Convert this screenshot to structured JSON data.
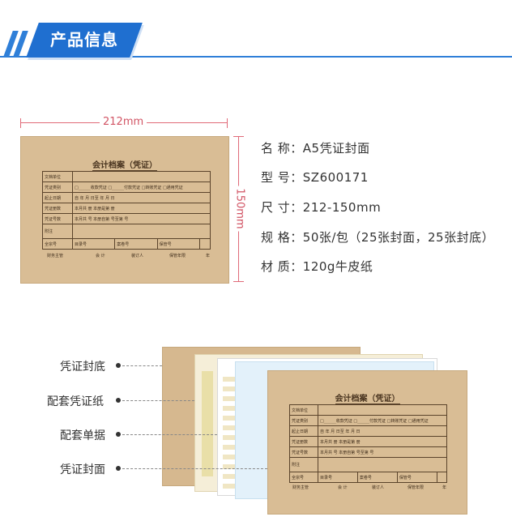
{
  "header": {
    "title": "产品信息"
  },
  "dimensions": {
    "width_label": "212mm",
    "height_label": "150mm"
  },
  "cover": {
    "title": "会计档案（凭证）",
    "rows": [
      {
        "label": "文档单位",
        "content": ""
      },
      {
        "label": "凭证类别",
        "content": "□______收款凭证 □______付款凭证 □转账凭证 □通用凭证"
      },
      {
        "label": "起止日期",
        "content": "自    年    月    日至      年    月    日"
      },
      {
        "label": "凭证册数",
        "content": "本月共        册      本册是第        册"
      },
      {
        "label": "凭证号数",
        "content": "本月共        号    本册自第        号至第        号"
      },
      {
        "label": "附注",
        "content": ""
      }
    ],
    "last_row": [
      "全宗号",
      "目录号",
      "案卷号",
      "保管号"
    ],
    "footer": [
      "财务主管",
      "会  计",
      "装订人",
      "保管年限",
      "年"
    ]
  },
  "specs": [
    {
      "label": "名 称：",
      "value": "A5凭证封面"
    },
    {
      "label": "型 号：",
      "value": "SZ600171"
    },
    {
      "label": "尺 寸：",
      "value": "212-150mm"
    },
    {
      "label": "规 格：",
      "value": "50张/包（25张封面，25张封底）"
    },
    {
      "label": "材 质：",
      "value": "120g牛皮纸"
    }
  ],
  "callouts": [
    "凭证封底",
    "配套凭证纸",
    "配套单据",
    "凭证封面"
  ],
  "colors": {
    "accent": "#1f6fd0",
    "kraft": "#d9bd95",
    "dimension": "#e06a78"
  }
}
